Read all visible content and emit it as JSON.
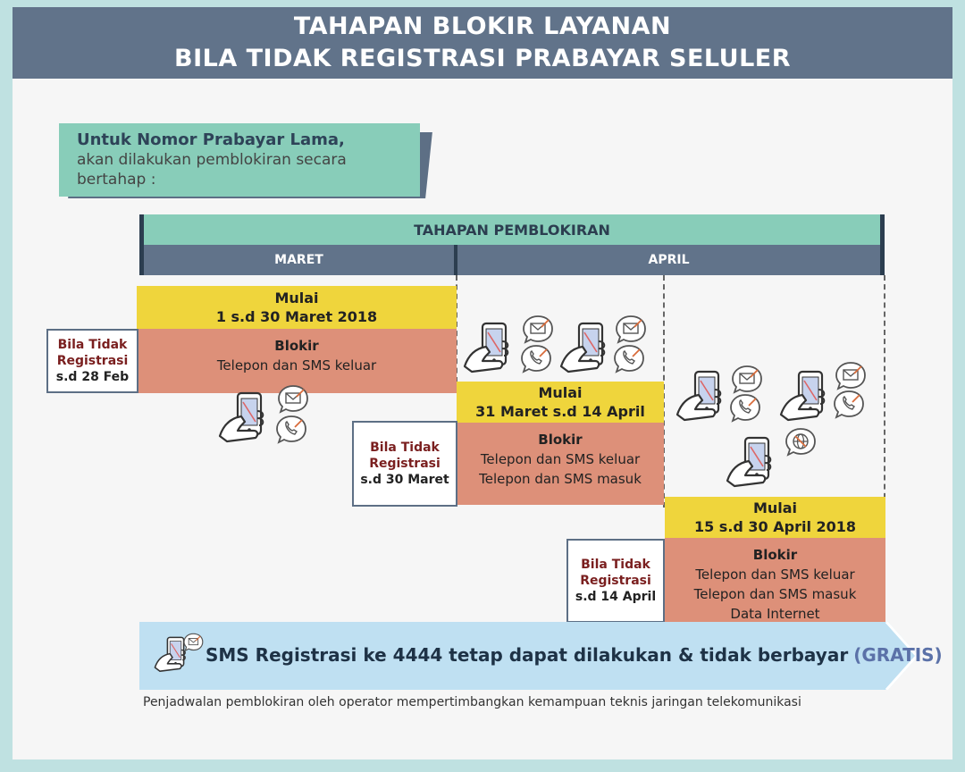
{
  "header": {
    "line1": "TAHAPAN BLOKIR LAYANAN",
    "line2": "BILA TIDAK REGISTRASI PRABAYAR SELULER"
  },
  "intro": {
    "bold": "Untuk Nomor Prabayar Lama,",
    "line2": "akan dilakukan pemblokiran secara",
    "line3": "bertahap :"
  },
  "timeline": {
    "title": "TAHAPAN PEMBLOKIRAN",
    "months": [
      "MARET",
      "APRIL"
    ]
  },
  "stages": [
    {
      "start_label": "Mulai",
      "period": "1 s.d 30 Maret 2018",
      "block_title": "Blokir",
      "services": [
        "Telepon dan SMS keluar"
      ],
      "condition": [
        "Bila Tidak",
        "Registrasi",
        "s.d 28 Feb"
      ]
    },
    {
      "start_label": "Mulai",
      "period": "31 Maret s.d 14 April",
      "block_title": "Blokir",
      "services": [
        "Telepon dan SMS keluar",
        "Telepon dan SMS masuk"
      ],
      "condition": [
        "Bila Tidak",
        "Registrasi",
        "s.d 30 Maret"
      ]
    },
    {
      "start_label": "Mulai",
      "period": "15 s.d 30 April 2018",
      "block_title": "Blokir",
      "services": [
        "Telepon dan SMS keluar",
        "Telepon dan SMS masuk",
        "Data Internet"
      ],
      "condition": [
        "Bila Tidak",
        "Registrasi",
        "s.d 14 April"
      ]
    }
  ],
  "banner": {
    "text": "SMS Registrasi ke 4444 tetap dapat dilakukan & tidak berbayar",
    "gratis": "(GRATIS)"
  },
  "footnote": "Penjadwalan pemblokiran oleh operator mempertimbangkan kemampuan teknis jaringan telekomunikasi",
  "colors": {
    "header": "#61738a",
    "teal": "#88cdb9",
    "yellow": "#efd53c",
    "salmon": "#dd9079",
    "banner": "#bfe0f2",
    "dark": "#2c3e50"
  },
  "icons": [
    "hand-phone-icon",
    "envelope-bubble-icon",
    "phone-bubble-icon",
    "globe-bubble-icon"
  ]
}
